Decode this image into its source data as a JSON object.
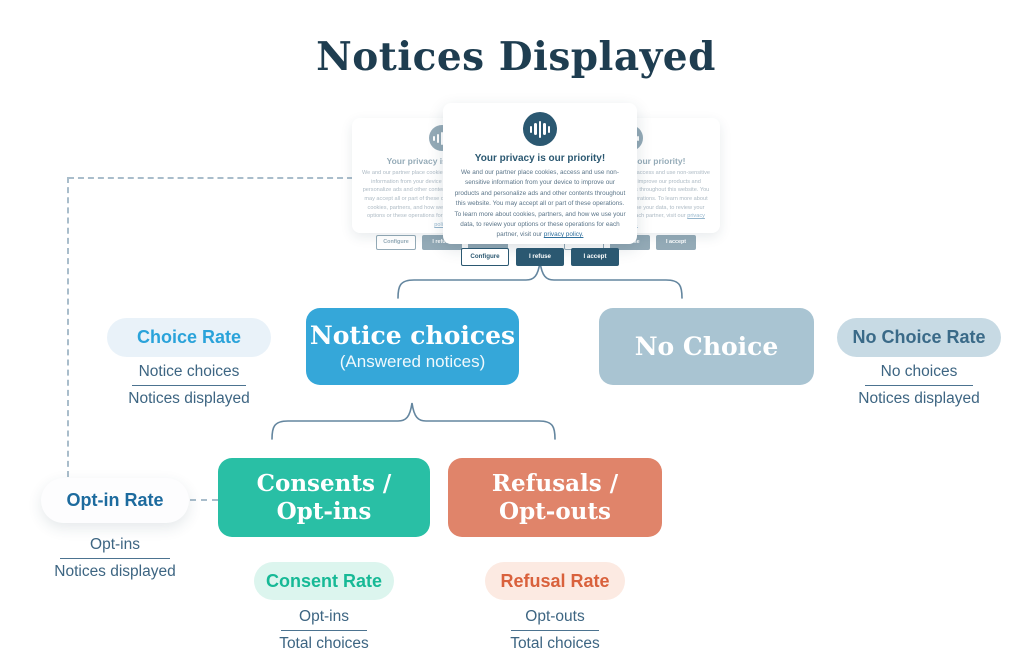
{
  "page": {
    "title": "Notices Displayed"
  },
  "consent_dialog": {
    "title": "Your privacy is our priority!",
    "body": "We and our partner place cookies, access and use non-sensitive information from your device to improve our products and personalize ads and other contents throughout this website. You may accept all or part of these operations. To learn more about cookies, partners, and how we use your data, to review your options or these operations for each partner, visit our",
    "privacy_link": "privacy policy.",
    "configure_label": "Configure",
    "refuse_label": "I refuse",
    "accept_label": "I accept"
  },
  "nodes": {
    "notice_choices": {
      "title": "Notice choices",
      "subtitle": "(Answered notices)",
      "color": "#35a7d9"
    },
    "no_choice": {
      "title": "No Choice",
      "color": "#a9c4d2"
    },
    "consents": {
      "line1": "Consents /",
      "line2": "Opt-ins",
      "color": "#29bfa5"
    },
    "refusals": {
      "line1": "Refusals /",
      "line2": "Opt-outs",
      "color": "#e0846a"
    }
  },
  "rates": {
    "choice": {
      "label": "Choice Rate",
      "numerator": "Notice choices",
      "denominator": "Notices displayed",
      "bg": "#e9f2f9",
      "fg": "#2aa3da"
    },
    "no_choice": {
      "label": "No Choice Rate",
      "numerator": "No choices",
      "denominator": "Notices displayed",
      "bg": "#c7dae4",
      "fg": "#3a6a88"
    },
    "opt_in": {
      "label": "Opt-in Rate",
      "numerator": "Opt-ins",
      "denominator": "Notices displayed",
      "bg": "#fdfdfe",
      "fg": "#1d6b9e"
    },
    "consent": {
      "label": "Consent Rate",
      "numerator": "Opt-ins",
      "denominator": "Total choices",
      "bg": "#dcf5ee",
      "fg": "#17b996"
    },
    "refusal": {
      "label": "Refusal Rate",
      "numerator": "Opt-outs",
      "denominator": "Total choices",
      "bg": "#fceae2",
      "fg": "#d9613c"
    }
  },
  "colors": {
    "title_text": "#1e3d50",
    "fraction_text": "#3d6582",
    "dialog_dark": "#2b5871",
    "brace": "#64869f",
    "dashed_line": "#a9bdcb"
  }
}
